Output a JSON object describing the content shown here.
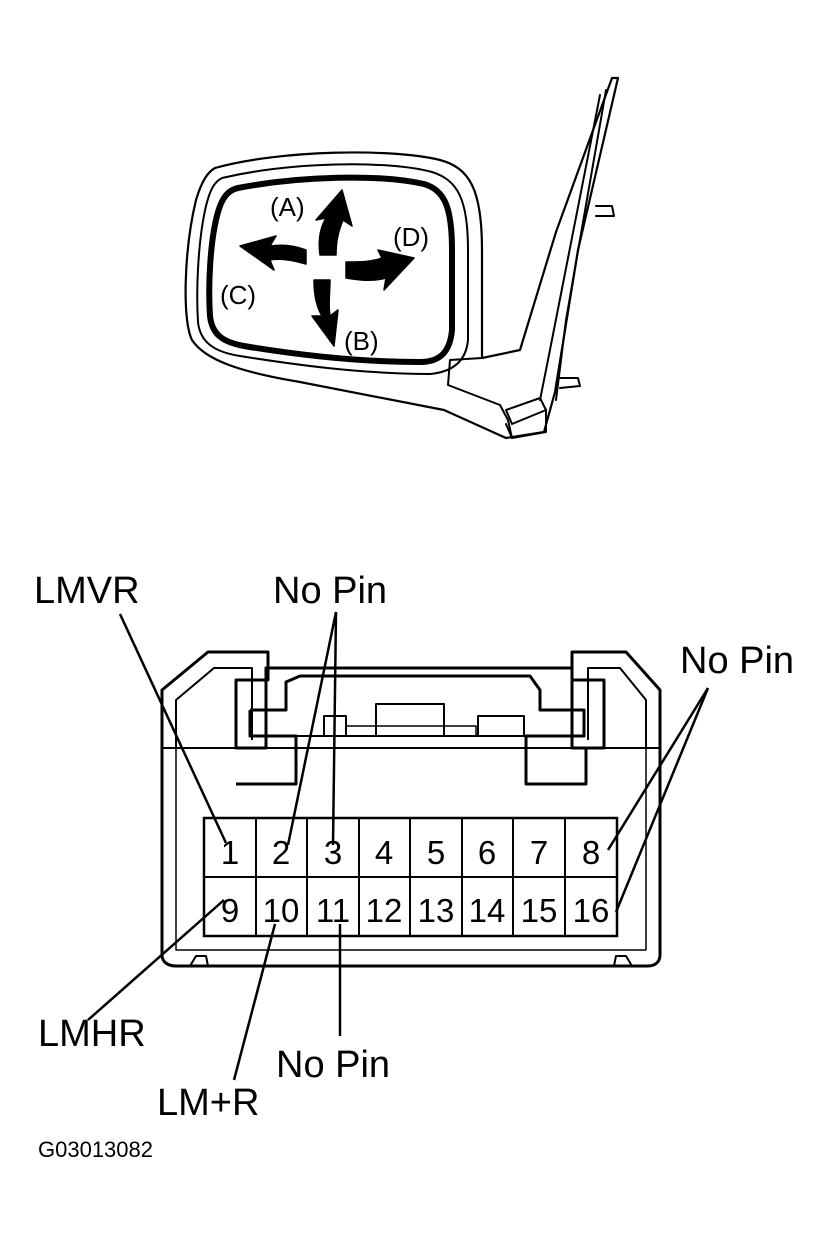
{
  "mirror": {
    "arrows": {
      "a": "(A)",
      "b": "(B)",
      "c": "(C)",
      "d": "(D)"
    }
  },
  "connector": {
    "pins_top": [
      "1",
      "2",
      "3",
      "4",
      "5",
      "6",
      "7",
      "8"
    ],
    "pins_bottom": [
      "9",
      "10",
      "11",
      "12",
      "13",
      "14",
      "15",
      "16"
    ]
  },
  "callouts": {
    "lmvr": "LMVR",
    "no_pin_top": "No Pin",
    "no_pin_right": "No Pin",
    "lmhr": "LMHR",
    "lm_plus_r": "LM+R",
    "no_pin_bottom": "No Pin"
  },
  "figure_code": "G03013082"
}
